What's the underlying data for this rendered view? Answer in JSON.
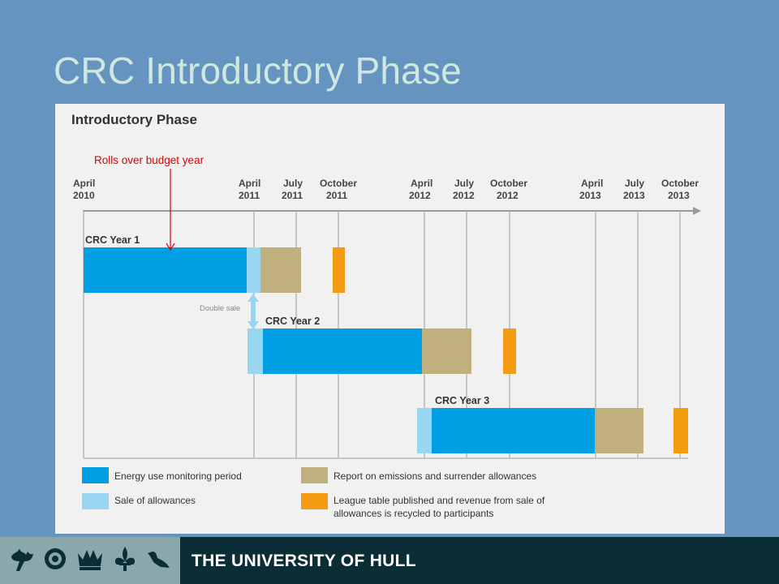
{
  "slide": {
    "title": "CRC Introductory Phase"
  },
  "diagram": {
    "heading": "Introductory Phase",
    "annotation": "Rolls over budget year",
    "double_sale_label": "Double sale",
    "timeline": [
      {
        "month": "April",
        "year": "2010"
      },
      {
        "month": "April",
        "year": "2011"
      },
      {
        "month": "July",
        "year": "2011"
      },
      {
        "month": "October",
        "year": "2011"
      },
      {
        "month": "April",
        "year": "2012"
      },
      {
        "month": "July",
        "year": "2012"
      },
      {
        "month": "October",
        "year": "2012"
      },
      {
        "month": "April",
        "year": "2013"
      },
      {
        "month": "July",
        "year": "2013"
      },
      {
        "month": "October",
        "year": "2013"
      }
    ],
    "rows": [
      {
        "label": "CRC Year 1"
      },
      {
        "label": "CRC Year 2"
      },
      {
        "label": "CRC Year 3"
      }
    ],
    "colors": {
      "monitoring": "#009fe3",
      "sale": "#99d6f2",
      "report": "#bfb07e",
      "league": "#f39c12",
      "annotation": "#e00000"
    },
    "legend": [
      {
        "key": "monitoring",
        "text": "Energy use monitoring period"
      },
      {
        "key": "sale",
        "text": "Sale of allowances"
      },
      {
        "key": "report",
        "text": "Report on emissions and surrender allowances"
      },
      {
        "key": "league",
        "text_line1": "League table published and revenue from sale of",
        "text_line2": "allowances  is recycled to participants"
      }
    ]
  },
  "footer": {
    "university": "THE UNIVERSITY OF HULL",
    "crest_icons": [
      "torch-icon",
      "rose-icon",
      "crown-icon",
      "fleur-de-lis-icon",
      "bird-icon"
    ]
  }
}
